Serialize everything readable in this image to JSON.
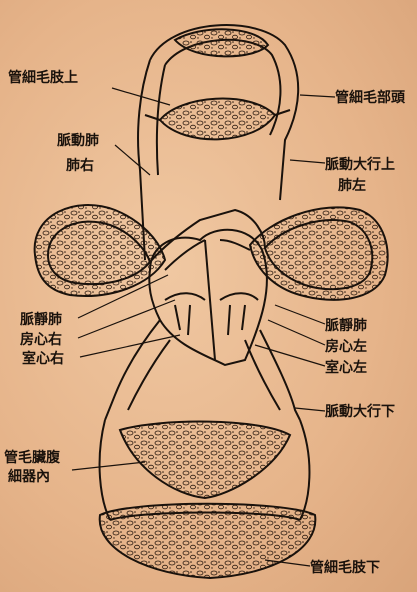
{
  "labels": {
    "upper_capillaries": "管細毛肢上",
    "head_capillaries": "管細毛部頭",
    "pulmonary_artery": "脈動肺",
    "right_lung": "肺右",
    "upper_aorta": "脈動大行上",
    "left_lung": "肺左",
    "pulmonary_vein_right": "脈靜肺",
    "right_atrium": "房心右",
    "right_ventricle": "室心右",
    "pulmonary_vein_left": "脈靜肺",
    "left_atrium": "房心左",
    "left_ventricle": "室心左",
    "lower_aorta": "脈動大行下",
    "visceral_capillaries_1": "管毛臟腹",
    "visceral_capillaries_2": "細器內",
    "lower_capillaries": "管細毛肢下"
  }
}
